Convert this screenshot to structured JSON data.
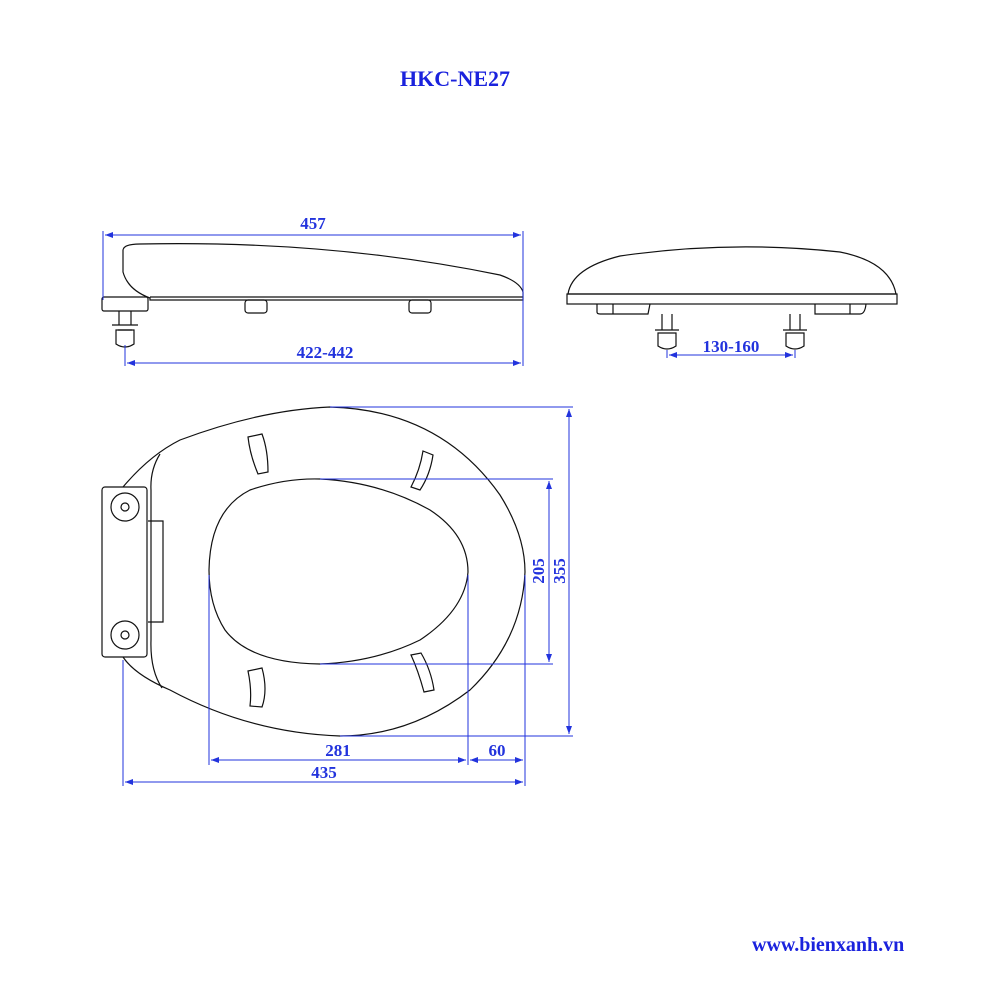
{
  "title": "HKC-NE27",
  "website": "www.bienxanh.vn",
  "colors": {
    "dimension": "#2233dd",
    "outline": "#111111"
  },
  "side_view": {
    "overall_length": "457",
    "bolt_range": "422-442"
  },
  "front_view": {
    "bolt_spacing": "130-160"
  },
  "top_view": {
    "inner_length": "281",
    "front_margin": "60",
    "total_length": "435",
    "inner_width": "205",
    "outer_width": "355"
  }
}
